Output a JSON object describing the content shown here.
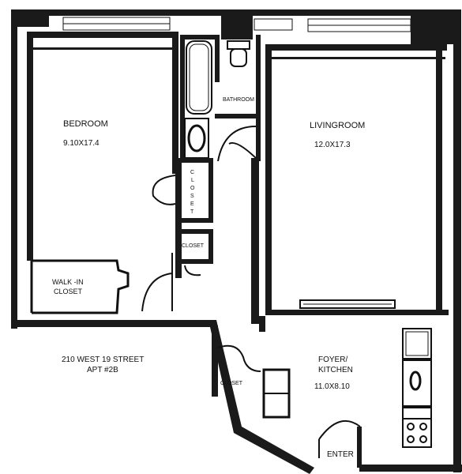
{
  "labels": {
    "bedroom": "BEDROOM",
    "bedroom_dim": "9.10X17.4",
    "bathroom": "BATHROOM",
    "livingroom": "LIVINGROOM",
    "livingroom_dim": "12.0X17.3",
    "closet_vertical": [
      "C",
      "L",
      "O",
      "S",
      "E",
      "T"
    ],
    "closet_small": "CLOSET",
    "walkin_line1": "WALK -IN",
    "walkin_line2": "CLOSET",
    "address_line1": "210 WEST 19 STREET",
    "address_line2": "APT #2B",
    "closet_foyer": "CLOSET",
    "foyer_line1": "FOYER/",
    "foyer_line2": "KITCHEN",
    "foyer_dim": "11.0X8.10",
    "enter": "ENTER"
  }
}
